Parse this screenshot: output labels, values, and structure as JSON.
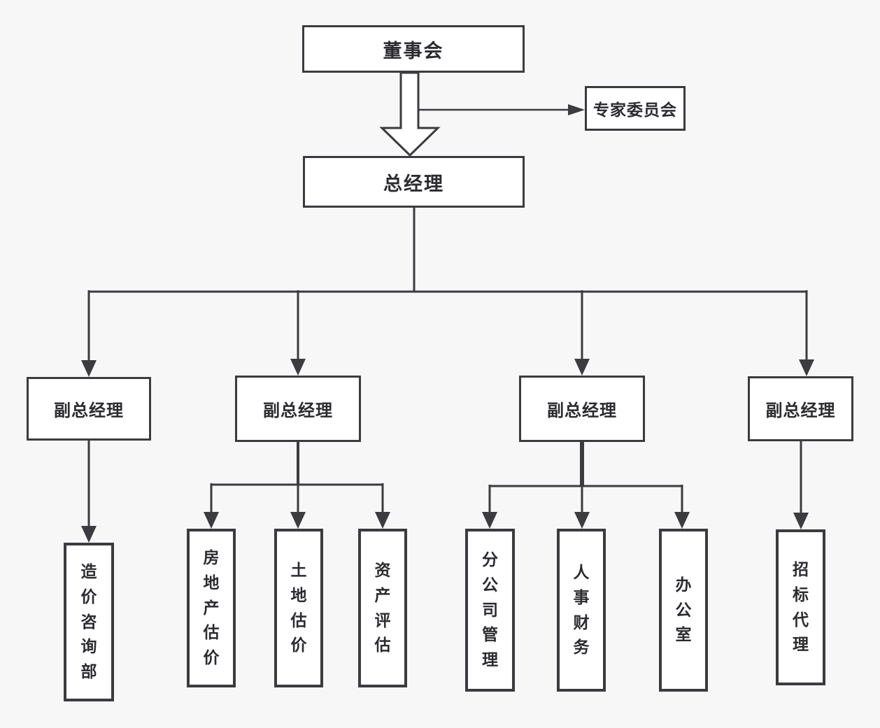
{
  "colors": {
    "background": "#f7f7f7",
    "line": "#3b3b40",
    "box_fill": "#ffffff",
    "text": "#2b2b30"
  },
  "nodes": {
    "board": {
      "label": "董事会"
    },
    "expert_committee": {
      "label": "专家委员会"
    },
    "general_manager": {
      "label": "总经理"
    },
    "vp1": {
      "label": "副总经理"
    },
    "vp2": {
      "label": "副总经理"
    },
    "vp3": {
      "label": "副总经理"
    },
    "vp4": {
      "label": "副总经理"
    },
    "cost_consulting": {
      "label": "造价咨询部"
    },
    "real_estate_appraisal": {
      "label": "房地产估价"
    },
    "land_appraisal": {
      "label": "土地估价"
    },
    "asset_appraisal": {
      "label": "资产评估"
    },
    "branch_management": {
      "label": "分公司管理"
    },
    "hr_finance": {
      "label": "人事财务"
    },
    "office": {
      "label": "办公室"
    },
    "bidding_agency": {
      "label": "招标代理"
    }
  },
  "edges": [
    {
      "from": "board",
      "to": "general_manager",
      "style": "hollow-block-arrow"
    },
    {
      "from": "board",
      "to": "expert_committee",
      "style": "arrow"
    },
    {
      "from": "general_manager",
      "to": "vp1",
      "style": "arrow"
    },
    {
      "from": "general_manager",
      "to": "vp2",
      "style": "arrow"
    },
    {
      "from": "general_manager",
      "to": "vp3",
      "style": "arrow"
    },
    {
      "from": "general_manager",
      "to": "vp4",
      "style": "arrow"
    },
    {
      "from": "vp1",
      "to": "cost_consulting",
      "style": "arrow"
    },
    {
      "from": "vp2",
      "to": "real_estate_appraisal",
      "style": "arrow"
    },
    {
      "from": "vp2",
      "to": "land_appraisal",
      "style": "arrow"
    },
    {
      "from": "vp2",
      "to": "asset_appraisal",
      "style": "arrow"
    },
    {
      "from": "vp3",
      "to": "branch_management",
      "style": "thick-stem-arrow"
    },
    {
      "from": "vp3",
      "to": "hr_finance",
      "style": "thick-stem-arrow"
    },
    {
      "from": "vp3",
      "to": "office",
      "style": "thick-stem-arrow"
    },
    {
      "from": "vp4",
      "to": "bidding_agency",
      "style": "arrow"
    }
  ]
}
